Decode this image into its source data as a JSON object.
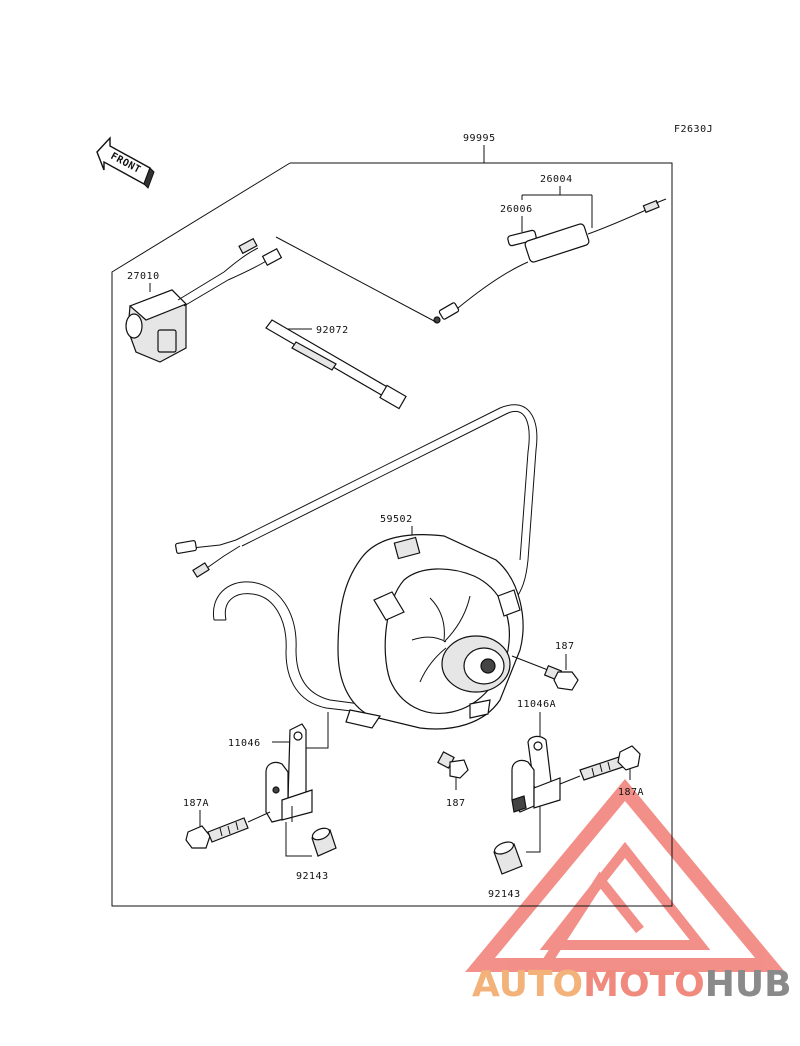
{
  "figure_code": "F2630J",
  "front_label": "FRONT",
  "parts": {
    "kit": "99995",
    "relay_assy": "26004",
    "fuse": "26006",
    "switch": "27010",
    "band": "92072",
    "fan_assy": "59502",
    "bolt_187_right": "187",
    "bracket_11046": "11046",
    "bracket_11046a": "11046A",
    "bolt_187_center": "187",
    "bolt_187a_left": "187A",
    "bolt_187a_right": "187A",
    "collar_left": "92143",
    "collar_right": "92143"
  },
  "watermark": {
    "part1": "AUTO",
    "part2": "MOTO",
    "part3": "HUB",
    "color1": "#f3b27a",
    "color2": "#f08a7e",
    "color3": "#8a8a8a",
    "logo_color": "#f07c74"
  }
}
